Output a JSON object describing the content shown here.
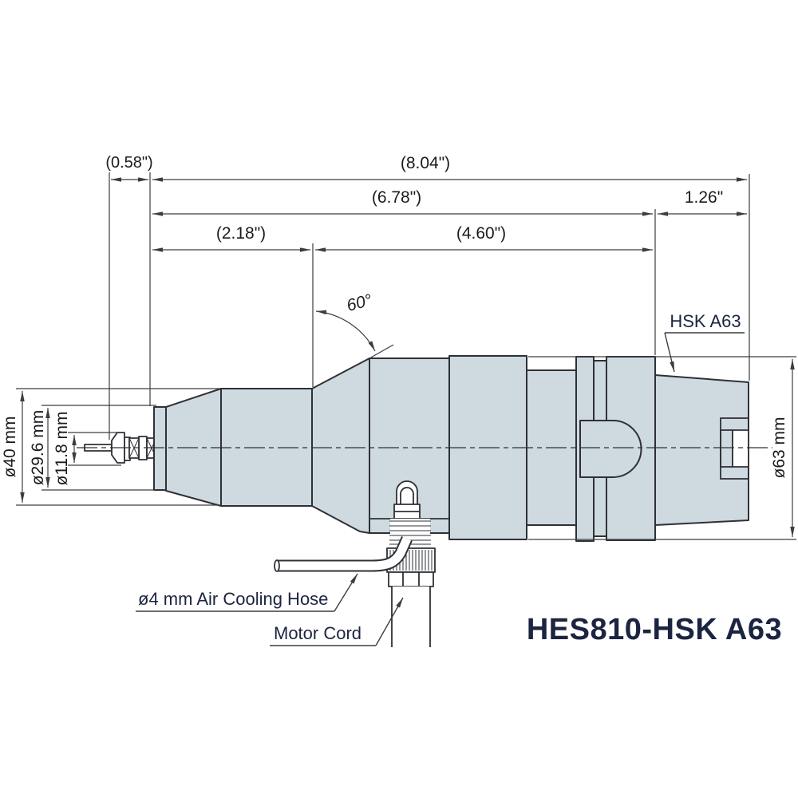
{
  "drawing": {
    "model": "HES810-HSK A63",
    "dims": {
      "proj": "(0.58\")",
      "overall": "(8.04\")",
      "body": "(6.78\")",
      "taper_len": "1.26\"",
      "nose_len": "(2.18\")",
      "motor_len": "(4.60\")",
      "angle": "60°",
      "dia_nose": "ø40 mm",
      "dia_front": "ø29.6 mm",
      "dia_collet": "ø11.8 mm",
      "dia_body": "ø63 mm"
    },
    "callouts": {
      "taper": "HSK A63",
      "hose": "ø4 mm Air Cooling Hose",
      "cord": "Motor Cord"
    },
    "colors": {
      "background": "#ffffff",
      "body_fill": "#cfd9e0",
      "outline": "#2e3135",
      "dim_line": "#3a3d41",
      "dim_text": "#1a1b1e",
      "label_text": "#1b2440"
    }
  }
}
